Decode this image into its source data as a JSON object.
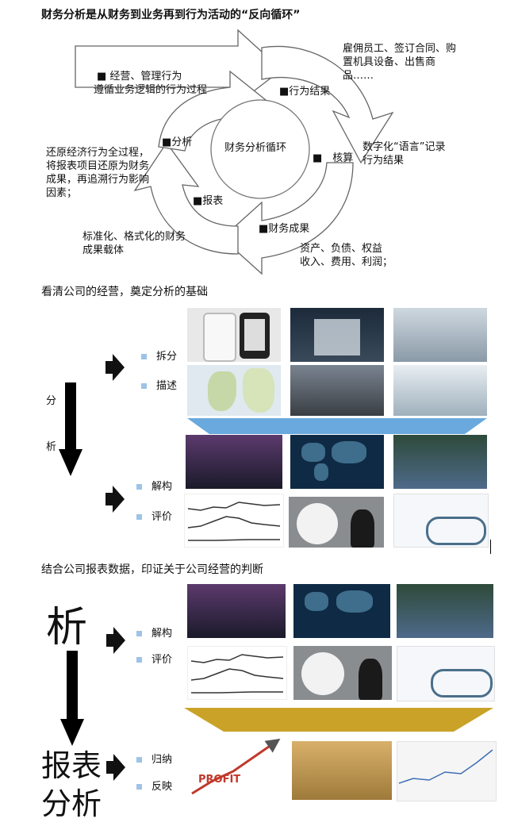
{
  "title": "财务分析是从财务到业务再到行为活动的“反向循环”",
  "cycle": {
    "center": "财务分析循环",
    "steps": [
      "■ 经营、管理行为",
      "遵循业务逻辑的行为过程",
      "■行为结果",
      "雇佣员工、签订合同、购",
      "置机具设备、出售商",
      "品……",
      "■　核算",
      "数字化“语言”记录",
      "行为结果",
      "■财务成果",
      "资产、负债、权益",
      "收入、费用、利润；",
      "■报表",
      "标准化、格式化的财务",
      "成果载体",
      "■分析",
      "还原经济行为全过程，",
      "将报表项目还原为财务",
      "成果，再追溯行为影响",
      "因素；"
    ]
  },
  "section1": {
    "title": "看清公司的经营，奠定分析的基础",
    "vertical_label": [
      "分",
      "析"
    ],
    "bullets": [
      "拆分",
      "描述",
      "解构",
      "评价"
    ]
  },
  "section2": {
    "title": "结合公司报表数据，印证关于公司经营的判断",
    "big_chars": [
      "析",
      "报表",
      "分析"
    ],
    "bullets": [
      "解构",
      "评价",
      "归纳",
      "反映"
    ],
    "profit_text": "PROFIT"
  },
  "colors": {
    "accent_blue": "#9ec3e6",
    "gold": "#c9a227",
    "band_blue": "#6aa9dd"
  }
}
